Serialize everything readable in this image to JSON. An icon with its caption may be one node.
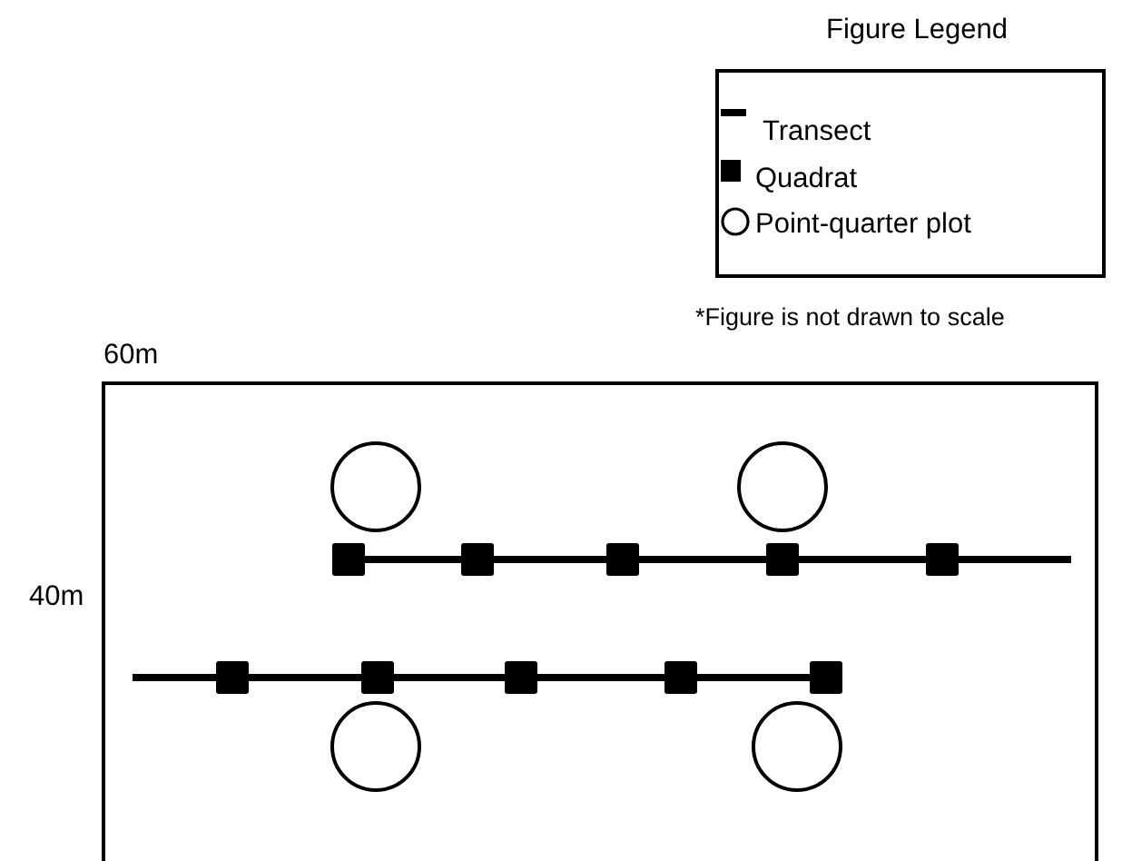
{
  "diagram": {
    "labels": [
      "Figure Legend",
      "*Figure is not drawn to scale",
      "60m",
      "40m"
    ],
    "legend": [
      {
        "text": "Transect"
      },
      {
        "text": "Quadrat"
      },
      {
        "text": "Point-quarter plot"
      }
    ]
  }
}
